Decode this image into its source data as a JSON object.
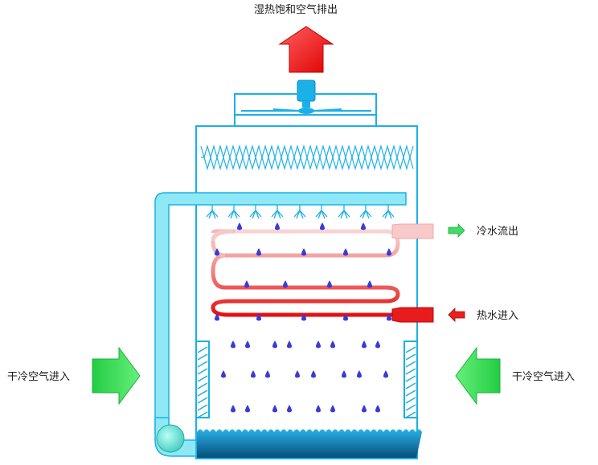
{
  "labels": {
    "exhaust": "湿热饱和空气排出",
    "cold_water_out": "冷水流出",
    "hot_water_in": "热水进入",
    "dry_air_in_left": "干冷空气进入",
    "dry_air_in_right": "干冷空气进入"
  },
  "colors": {
    "frame": "#1ab0e8",
    "pipe_fill": "#8fe8f5",
    "pump": "#5fdcd0",
    "basin_top": "#1f9fd8",
    "basin_bottom": "#0a5e8a",
    "droplet": "#3a3ad6",
    "exhaust_arrow": "#ff2a2a",
    "air_arrow": "#33e05a",
    "coil_cold": "#f7c9c9",
    "coil_hot": "#e81c1c"
  },
  "icons": {
    "exhaust": "up-arrow-icon",
    "intake": "right-arrow-icon",
    "water_out": "right-arrow-icon",
    "water_in": "left-arrow-icon",
    "fan": "fan-icon",
    "pump": "pump-icon",
    "spray": "spray-nozzle-icon",
    "droplet": "water-droplet-icon"
  }
}
